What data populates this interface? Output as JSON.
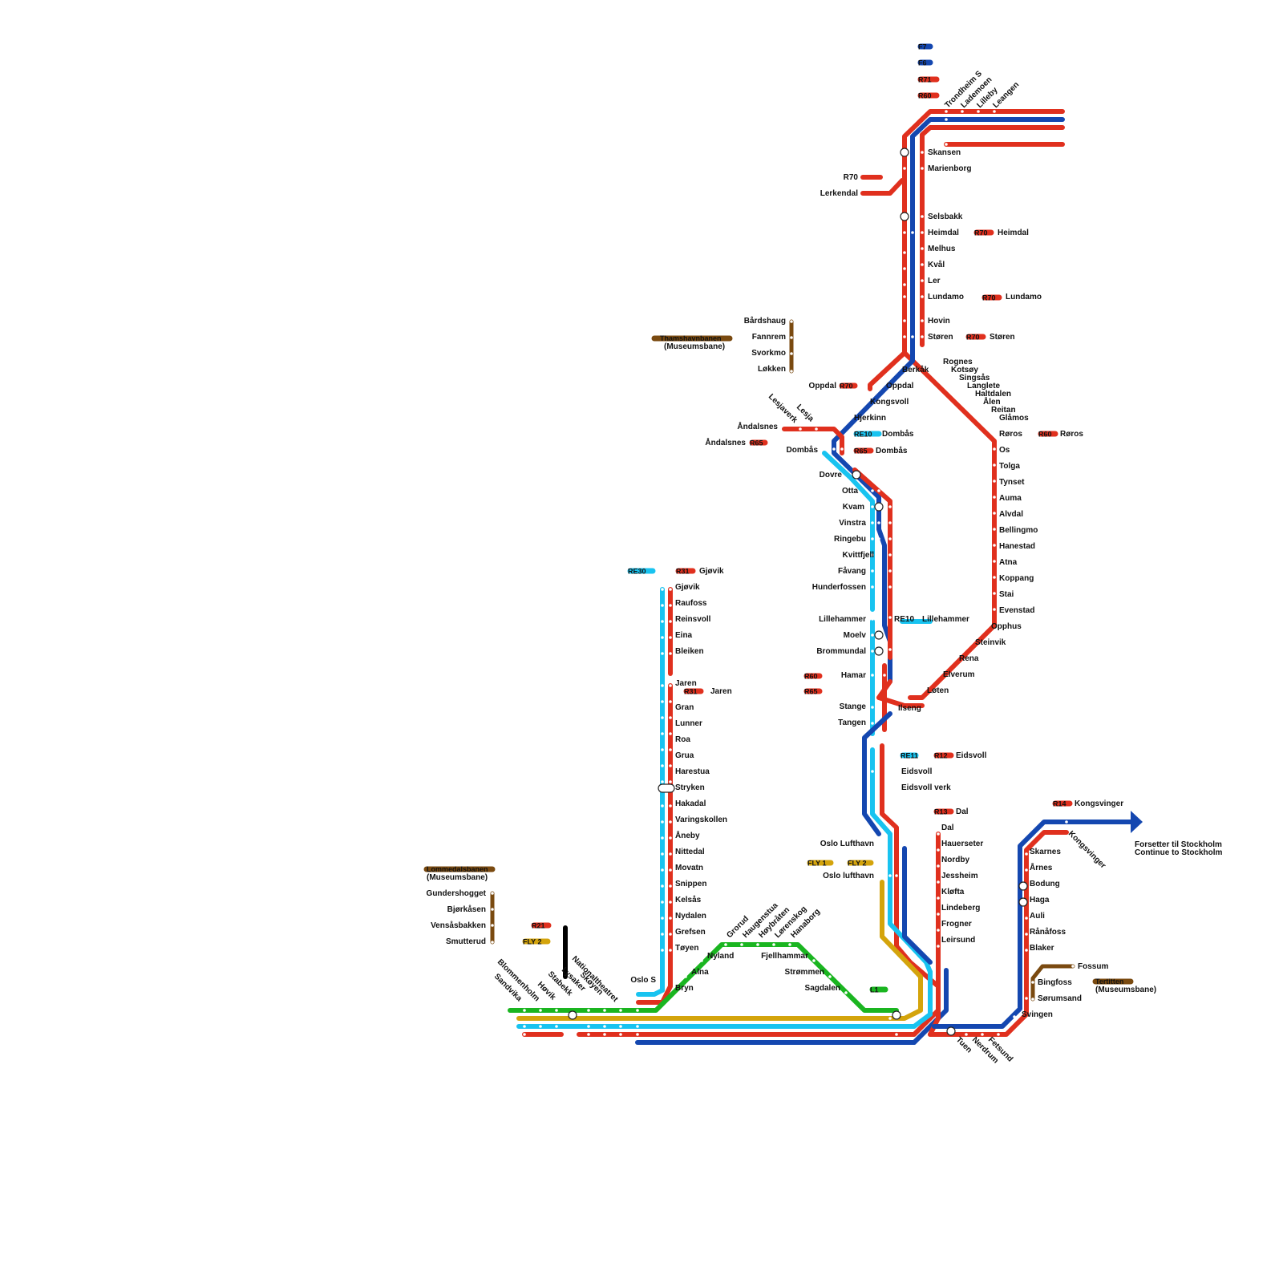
{
  "colors": {
    "red": "#e0301e",
    "blue": "#1447b0",
    "cyan": "#18c3f0",
    "green": "#1ab520",
    "gold": "#d4a40c",
    "brown": "#7a4a10",
    "black": "#000000",
    "stop": "#ffffff"
  },
  "lines": {
    "trondheim_r70_branch": [
      "Skansen",
      "Marienborg",
      "Lerkendal"
    ],
    "trondheim_main": [
      "Trondheim S",
      "Lademoen",
      "Lilleby",
      "Leangen",
      "Skansen",
      "Marienborg",
      "Selsbakk",
      "Heimdal",
      "Melhus",
      "Kvål",
      "Ler",
      "Lundamo",
      "Hovin",
      "Støren"
    ],
    "dovrebanen": [
      "Støren",
      "Berkåk",
      "Oppdal",
      "Kongsvoll",
      "Hjerkinn",
      "Dombås",
      "Dovre",
      "Otta",
      "Kvam",
      "Vinstra",
      "Ringebu",
      "Kvittfjell",
      "Fåvang",
      "Hunderfossen",
      "Lillehammer",
      "Moelv",
      "Brommundal",
      "Hamar",
      "Stange",
      "Tangen",
      "Eidsvoll",
      "Eidsvoll verk",
      "Oslo lufthavn",
      "Oslo S"
    ],
    "raumabanen": [
      "Åndalsnes",
      "Lesjaverk",
      "Lesja",
      "Dombås"
    ],
    "rorosbanen": [
      "Støren",
      "Rognes",
      "Kotsøy",
      "Singsås",
      "Langlete",
      "Haltdalen",
      "Ålen",
      "Reitan",
      "Glåmos",
      "Røros",
      "Os",
      "Tolga",
      "Tynset",
      "Auma",
      "Alvdal",
      "Bellingmo",
      "Hanestad",
      "Atna",
      "Koppang",
      "Stai",
      "Evenstad",
      "Opphus",
      "Steinvik",
      "Rena",
      "Elverum",
      "Løten",
      "Ilseng",
      "Hamar"
    ],
    "gjovikbanen": [
      "Gjøvik",
      "Raufoss",
      "Reinsvoll",
      "Eina",
      "Bleiken",
      "Jaren",
      "Gran",
      "Lunner",
      "Roa",
      "Grua",
      "Harestua",
      "Stryken",
      "Hakadal",
      "Varingskollen",
      "Åneby",
      "Nittedal",
      "Movatn",
      "Snippen",
      "Kelsås",
      "Nydalen",
      "Grefsen",
      "Tøyen",
      "Oslo S"
    ],
    "r13": [
      "Dal",
      "Hauerseter",
      "Nordby",
      "Jessheim",
      "Kløfta",
      "Lindeberg",
      "Frogner",
      "Leirsund"
    ],
    "kongsvingerbanen": [
      "Oslo S",
      "Tuen",
      "Nerdrum",
      "Fetsund",
      "Svingen",
      "Sørumsand",
      "Blaker",
      "Rånåfoss",
      "Auli",
      "Haga",
      "Bodung",
      "Årnes",
      "Skarnes",
      "Kongsvinger"
    ],
    "l1": [
      "Sandvika",
      "Blommenholm",
      "Høvik",
      "Stabekk",
      "Lysaker",
      "Skøyen",
      "Nationaltheatret",
      "Oslo S",
      "Bryn",
      "Alna",
      "Nyland",
      "Grorud",
      "Haugenstua",
      "Høybråten",
      "Lørenskog",
      "Hanaborg",
      "Fjellhammar",
      "Strømmen",
      "Sagdalen"
    ],
    "museum_lines": [
      "Thamshavnbanen",
      "Lommedalsbanen",
      "Tertitten"
    ]
  },
  "texts": {
    "t001": "F7",
    "t002": "F6",
    "t003": "R71",
    "t004": "R60",
    "t005": "Trondheim S",
    "t006": "Lademoen",
    "t007": "Lilleby",
    "t008": "Leangen",
    "t009": "Skansen",
    "t010": "Marienborg",
    "t011": "R70",
    "t012": "Lerkendal",
    "t013": "Selsbakk",
    "t014": "Heimdal",
    "t015": "R70",
    "t016": "Heimdal",
    "t017": "Melhus",
    "t018": "Kvål",
    "t019": "Ler",
    "t020": "Lundamo",
    "t021": "R70",
    "t022": "Lundamo",
    "t023": "Hovin",
    "t024": "Støren",
    "t025": "R70",
    "t026": "Støren",
    "t027": "Bårdshaug",
    "t028": "Fannrem",
    "t029": "Svorkmo",
    "t030": "Løkken",
    "t031": "Thamshavnbanen",
    "t032": "(Museumsbane)",
    "t033": "Rognes",
    "t034": "Kotsøy",
    "t035": "Singsås",
    "t036": "Langlete",
    "t037": "Haltdalen",
    "t038": "Ålen",
    "t039": "Reitan",
    "t040": "Glåmos",
    "t041": "Røros",
    "t042": "R60",
    "t043": "Røros",
    "t044": "Berkåk",
    "t045": "Oppdal",
    "t046": "R70",
    "t047": "Oppdal",
    "t048": "Kongsvoll",
    "t049": "Hjerkinn",
    "t050": "Lesjaverk",
    "t051": "Lesja",
    "t052": "Åndalsnes",
    "t053": "Åndalsnes",
    "t054": "R65",
    "t055": "RE10",
    "t056": "Dombås",
    "t057": "Dombås",
    "t058": "R65",
    "t059": "Dombås",
    "t060": "Dovre",
    "t061": "Os",
    "t062": "Tolga",
    "t063": "Otta",
    "t064": "Tynset",
    "t065": "Kvam",
    "t066": "Auma",
    "t067": "Vinstra",
    "t068": "Alvdal",
    "t069": "Ringebu",
    "t070": "Bellingmo",
    "t071": "Kvittfjell",
    "t072": "Hanestad",
    "t073": "Fåvang",
    "t074": "Atna",
    "t075": "Hunderfossen",
    "t076": "Koppang",
    "t077": "Stai",
    "t078": "Evenstad",
    "t079": "Lillehammer",
    "t080": "RE10",
    "t081": "Lillehammer",
    "t082": "Opphus",
    "t083": "Moelv",
    "t084": "Steinvik",
    "t085": "Brommundal",
    "t086": "Rena",
    "t087": "R60",
    "t088": "Hamar",
    "t089": "Elverum",
    "t090": "R65",
    "t091": "Løten",
    "t092": "Ilseng",
    "t093": "Stange",
    "t094": "Tangen",
    "t095": "RE30",
    "t096": "R31",
    "t097": "Gjøvik",
    "t098": "Gjøvik",
    "t099": "Raufoss",
    "t100": "Reinsvoll",
    "t101": "Eina",
    "t102": "Bleiken",
    "t103": "Jaren",
    "t104": "R31",
    "t105": "Jaren",
    "t106": "Gran",
    "t107": "Lunner",
    "t108": "Roa",
    "t109": "Grua",
    "t110": "Harestua",
    "t111": "Stryken",
    "t112": "Hakadal",
    "t113": "Varingskollen",
    "t114": "Åneby",
    "t115": "Nittedal",
    "t116": "Movatn",
    "t117": "Snippen",
    "t118": "Kelsås",
    "t119": "Nydalen",
    "t120": "Grefsen",
    "t121": "Tøyen",
    "t122": "Bryn",
    "t123": "Alna",
    "t124": "Nyland",
    "t125": "Oslo S",
    "t126": "RE11",
    "t127": "R12",
    "t128": "Eidsvoll",
    "t129": "Eidsvoll",
    "t130": "Eidsvoll verk",
    "t131": "R13",
    "t132": "Dal",
    "t133": "Dal",
    "t134": "Hauerseter",
    "t135": "Nordby",
    "t136": "Jessheim",
    "t137": "Kløfta",
    "t138": "Lindeberg",
    "t139": "Frogner",
    "t140": "Leirsund",
    "t141": "R14",
    "t142": "Kongsvinger",
    "t143": "Kongsvinger",
    "t144": "Skarnes",
    "t145": "Årnes",
    "t146": "Bodung",
    "t147": "Haga",
    "t148": "Auli",
    "t149": "Rånåfoss",
    "t150": "Blaker",
    "t151": "Fossum",
    "t152": "Bingfoss",
    "t153": "Sørumsand",
    "t154": "Svingen",
    "t155": "Tertitten",
    "t156": "(Museumsbane)",
    "t157": "Forsetter til Stockholm",
    "t158": "Continue to Stockholm",
    "t159": "Tuen",
    "t160": "Nerdrum",
    "t161": "Fetsund",
    "t162": "Oslo Lufthavn",
    "t163": "FLY 1",
    "t164": "FLY 2",
    "t165": "Oslo lufthavn",
    "t166": "Grorud",
    "t167": "Haugenstua",
    "t168": "Høybråten",
    "t169": "Lørenskog",
    "t170": "Hanaborg",
    "t171": "Fjellhammar",
    "t172": "Strømmen",
    "t173": "Sagdalen",
    "t174": "L1",
    "t175": "Lommedalsbanen",
    "t176": "(Museumsbane)",
    "t177": "Gundershogget",
    "t178": "Bjørkåsen",
    "t179": "Vensåsbakken",
    "t180": "Smutterud",
    "t181": "R21",
    "t182": "FLY 2",
    "t183": "Sandvika",
    "t184": "Blommenholm",
    "t185": "Høvik",
    "t186": "Stabekk",
    "t187": "Lysaker",
    "t188": "Skøyen",
    "t189": "Nationaltheatret"
  }
}
